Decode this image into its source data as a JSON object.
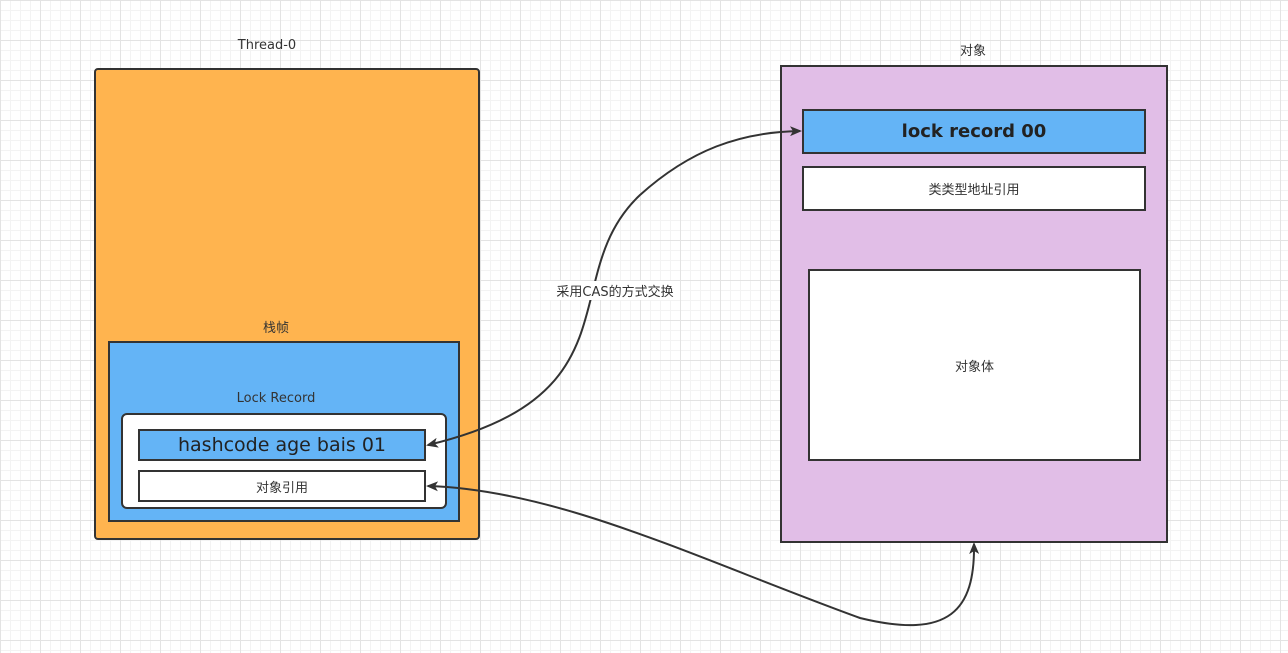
{
  "thread": {
    "title": "Thread-0",
    "stack_frame_title": "栈帧",
    "lock_record_title": "Lock Record",
    "mark_word_copy": "hashcode age bais 01",
    "object_reference": "对象引用"
  },
  "object": {
    "title": "对象",
    "mark_word": "lock record 00",
    "class_pointer": "类类型地址引用",
    "body": "对象体"
  },
  "edges": {
    "cas_label": "采用CAS的方式交换"
  },
  "colors": {
    "thread_fill": "#ffb44f",
    "blue_fill": "#64b4f6",
    "object_fill": "#e1bee7",
    "stroke": "#333333"
  }
}
